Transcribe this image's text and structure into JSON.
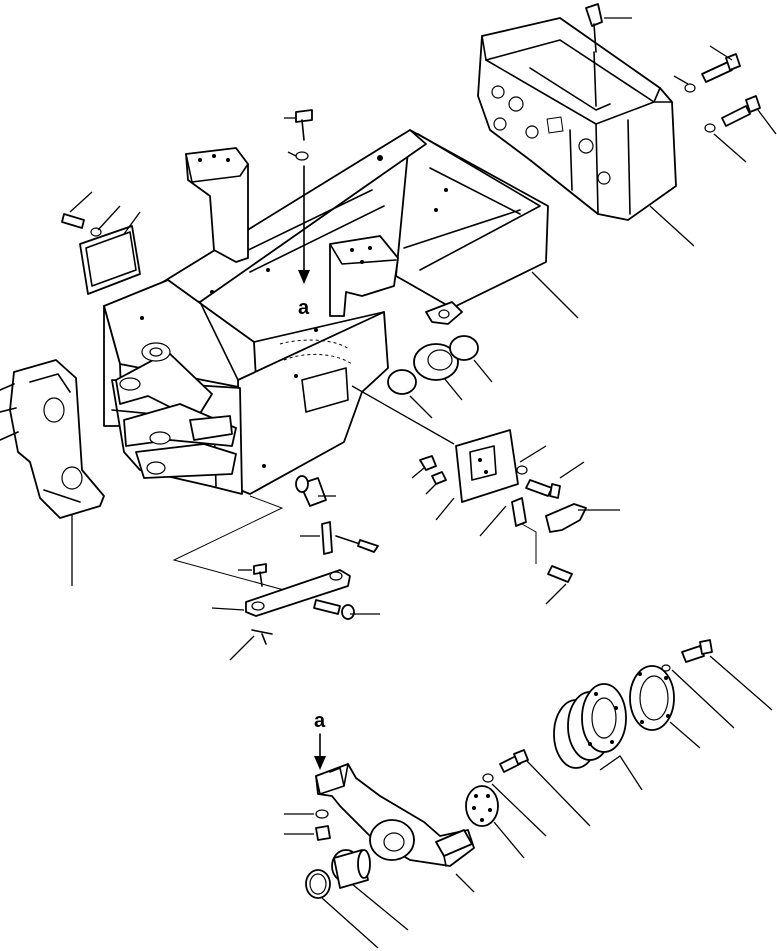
{
  "diagram": {
    "references": [
      {
        "id": "ref-a-upper",
        "text": "a"
      },
      {
        "id": "ref-a-lower",
        "text": "a"
      }
    ],
    "style": {
      "line_color": "#000000",
      "background": "#ffffff"
    }
  }
}
